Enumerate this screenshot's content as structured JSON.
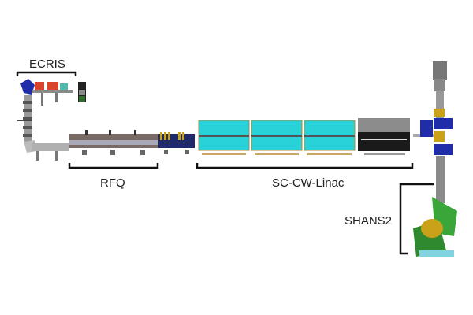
{
  "labels": {
    "ecris": "ECRIS",
    "rfq": "RFQ",
    "linac": "SC-CW-Linac",
    "shans2": "SHANS2"
  },
  "colors": {
    "bracket": "#111111",
    "cryomodule": "#27d3d8",
    "rebuncher": "#1a1a1a",
    "magnet_blue": "#1f2ea8",
    "separator_green": "#3aa63a",
    "quad_yellow": "#c9a21a",
    "source_red": "#d8452c",
    "frame_grey": "#8a8a8a"
  }
}
